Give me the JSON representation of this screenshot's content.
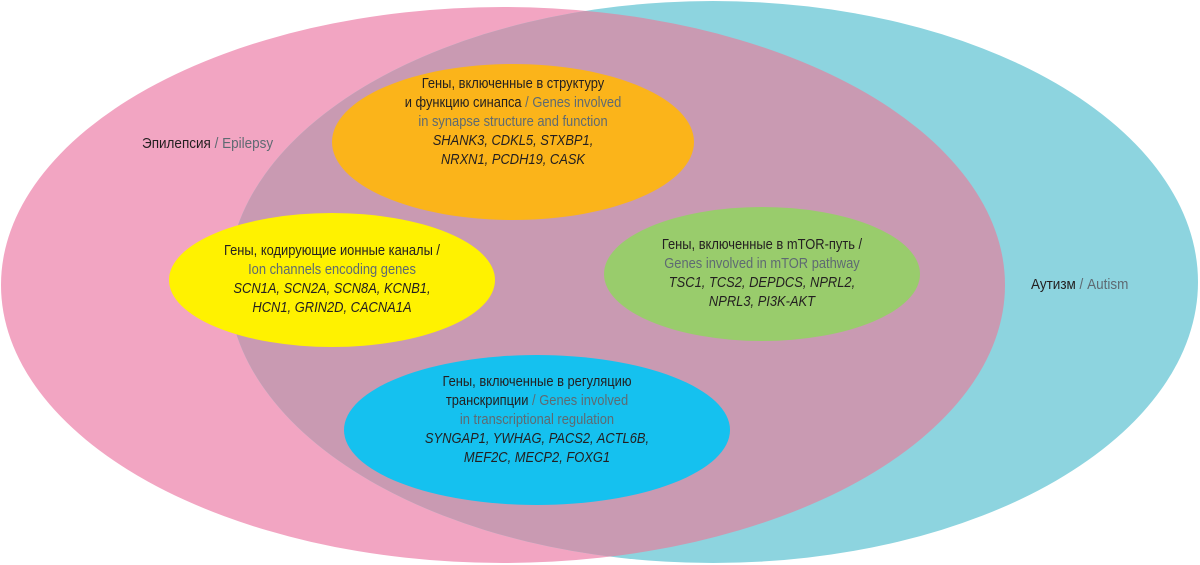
{
  "outer": {
    "epilepsy": {
      "ru": "Эпилепсия",
      "sep": " / ",
      "en": "Epilepsy",
      "color": "#f2a5c2"
    },
    "autism": {
      "ru": "Аутизм",
      "sep": " / ",
      "en": "Autism",
      "color": "#8dd4df"
    },
    "overlap_color": "#c99ab2"
  },
  "groups": {
    "synapse": {
      "color": "#fbb41a",
      "ru1": "Гены, включенные в структуру",
      "ru2": "и функцию синапса",
      "sep": " / ",
      "en1": "Genes involved",
      "en2": "in synapse structure and function",
      "genes1": "SHANK3, CDKL5, STXBP1,",
      "genes2": "NRXN1, PCDH19, CASK"
    },
    "ion": {
      "color": "#fff200",
      "ru1": "Гены, кодирующие ионные каналы /",
      "en1": "Ion channels encoding genes",
      "genes1": "SCN1A, SCN2A, SCN8A, KCNB1,",
      "genes2": "HCN1, GRIN2D, CACNA1A"
    },
    "mtor": {
      "color": "#99cc6c",
      "ru1": "Гены, включенные в mTOR-путь /",
      "en1": "Genes involved in mTOR pathway",
      "genes1": "TSC1, TCS2, DEPDCS, NPRL2,",
      "genes2": "NPRL3, PI3K-AKT"
    },
    "transcription": {
      "color": "#15c1ef",
      "ru1": "Гены, включенные в регуляцию",
      "ru2": "транскрипции",
      "sep": " / ",
      "en1": "Genes involved",
      "en2": "in transcriptional regulation",
      "genes1": "SYNGAP1, YWHAG, PACS2, ACTL6B,",
      "genes2": "MEF2C, MECP2, FOXG1"
    }
  }
}
